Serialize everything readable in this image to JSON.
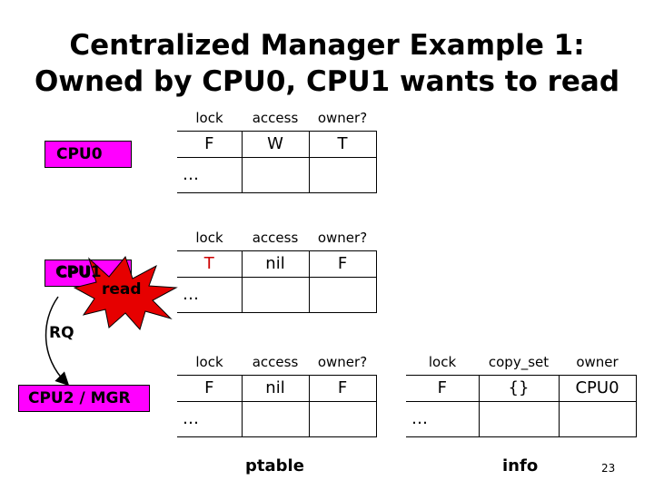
{
  "title_line1": "Centralized Manager Example 1:",
  "title_line2": "Owned by CPU0, CPU1 wants to read",
  "nodes": {
    "cpu0": "CPU0",
    "cpu1": "CPU1",
    "cpu2": "CPU2 / MGR"
  },
  "read_label": "read",
  "rq_label": "RQ",
  "colors": {
    "node_fill": "#ff00ff",
    "burst_fill": "#e60000",
    "text_red": "#cc0000"
  },
  "tables": {
    "cpu0": {
      "headers": [
        "lock",
        "access",
        "owner?"
      ],
      "values": [
        "F",
        "W",
        "T"
      ],
      "dots": "…"
    },
    "cpu1": {
      "headers": [
        "lock",
        "access",
        "owner?"
      ],
      "values": [
        "T",
        "nil",
        "F"
      ],
      "dots": "…"
    },
    "cpu2": {
      "headers": [
        "lock",
        "access",
        "owner?"
      ],
      "values": [
        "F",
        "nil",
        "F"
      ],
      "dots": "…"
    },
    "info": {
      "headers": [
        "lock",
        "copy_set",
        "owner"
      ],
      "values": [
        "F",
        "{}",
        "CPU0"
      ],
      "dots": "…"
    }
  },
  "captions": {
    "ptable": "ptable",
    "info": "info"
  },
  "page_number": "23"
}
